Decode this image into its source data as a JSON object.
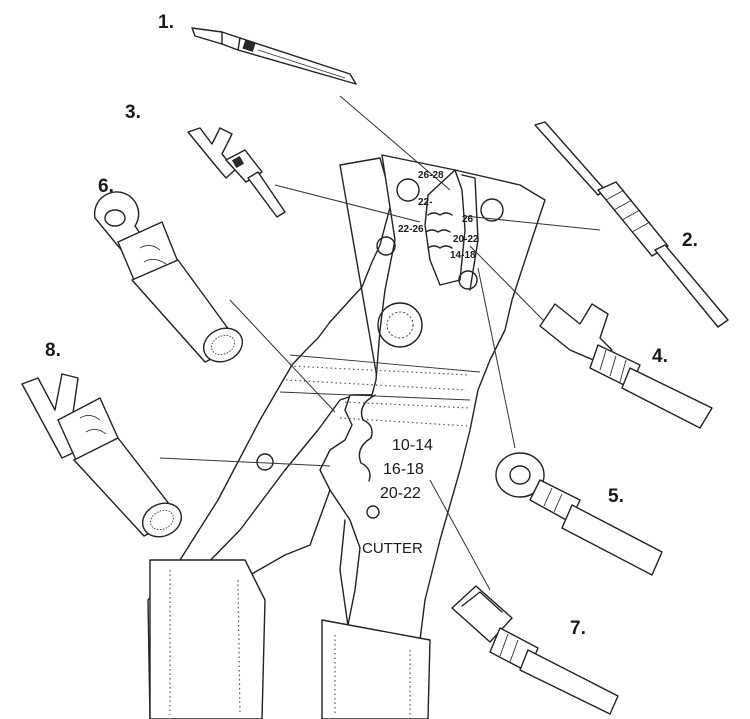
{
  "parts": [
    {
      "number": "1.",
      "kind": "insulated pin terminal"
    },
    {
      "number": "2.",
      "kind": "butt splice connector"
    },
    {
      "number": "3.",
      "kind": "small spade terminal"
    },
    {
      "number": "4.",
      "kind": "spade terminal"
    },
    {
      "number": "5.",
      "kind": "ring terminal"
    },
    {
      "number": "6.",
      "kind": "large ring terminal"
    },
    {
      "number": "7.",
      "kind": "female disconnect terminal"
    },
    {
      "number": "8.",
      "kind": "large spade terminal"
    }
  ],
  "tool": {
    "jaw_gauges": [
      "26-28",
      "22-",
      "26",
      "22-26",
      "20-22",
      "14-18"
    ],
    "handle_gauges": [
      "10-14",
      "16-18",
      "20-22"
    ],
    "cutter_label": "CUTTER"
  },
  "colors": {
    "ink": "#222222",
    "paper": "#ffffff"
  },
  "icons": [
    "crimping-tool-icon",
    "pin-terminal-icon",
    "butt-splice-icon",
    "spade-terminal-icon",
    "ring-terminal-icon",
    "disconnect-terminal-icon"
  ]
}
